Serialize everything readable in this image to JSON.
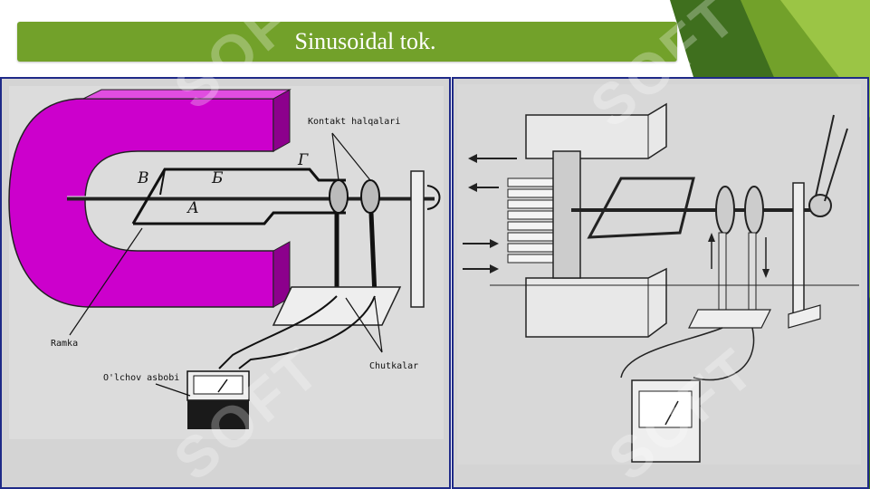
{
  "slide": {
    "title": "Sinusoidal tok."
  },
  "left_figure": {
    "labels": {
      "kontakt": "Kontakt halqalari",
      "ramka": "Ramka",
      "olchov": "O'lchov asbobi",
      "chutkalar": "Chutkalar"
    },
    "letters": {
      "v": "В",
      "b": "Б",
      "a": "А",
      "g": "Г"
    }
  },
  "watermark": {
    "text": "SOFT"
  },
  "colors": {
    "accent_green": "#72a12a",
    "dark_green": "#3f6f1e",
    "frame_blue": "#1f2a88",
    "magnet_magenta": "#cc00cc",
    "panel_gray": "#d4d4d4"
  }
}
